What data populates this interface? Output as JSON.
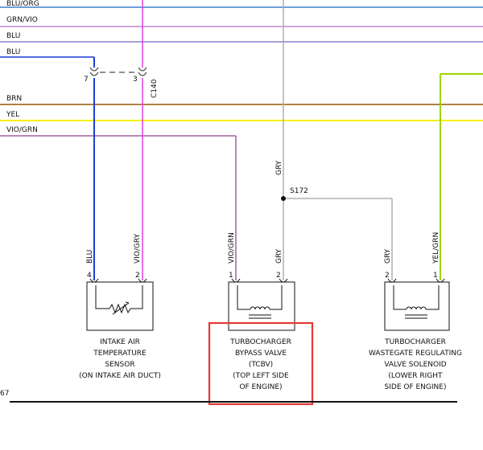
{
  "colors": {
    "blu_org": "#1565c0",
    "grn_vio": "#4caf50",
    "blu": "#1f3fd6",
    "brn": "#b08040",
    "yel": "#f5f000",
    "vio_grn": "#a040a0",
    "vio_gry": "#e040e0",
    "gry": "#b0b0b0",
    "yel_grn": "#9ad600",
    "highlight": "#e53935"
  },
  "bus_labels": {
    "blu_org": "BLU/ORG",
    "grn_vio": "GRN/VIO",
    "blu1": "BLU",
    "blu2": "BLU",
    "brn": "BRN",
    "yel": "YEL",
    "vio_grn": "VIO/GRN"
  },
  "connector": {
    "name": "C140",
    "pin_left": "7",
    "pin_right": "3"
  },
  "splice": {
    "name": "S172"
  },
  "wire_labels": {
    "gry_top": "GRY",
    "blu": "BLU",
    "vio_gry": "VIO/GRY",
    "vio_grn": "VIO/GRN",
    "gry_tcbv": "GRY",
    "gry_wg": "GRY",
    "yel_grn": "YEL/GRN"
  },
  "components": {
    "iat": {
      "pin_a": "4",
      "pin_b": "2",
      "name": [
        "INTAKE AIR",
        "TEMPERATURE",
        "SENSOR",
        "(ON INTAKE AIR DUCT)"
      ]
    },
    "tcbv": {
      "pin_a": "1",
      "pin_b": "2",
      "name": [
        "TURBOCHARGER",
        "BYPASS VALVE",
        "(TCBV)",
        "(TOP LEFT SIDE",
        "OF ENGINE)"
      ]
    },
    "wastegate": {
      "pin_a": "2",
      "pin_b": "1",
      "name": [
        "TURBOCHARGER",
        "WASTEGATE REGULATING",
        "VALVE SOLENOID",
        "(LOWER RIGHT",
        "SIDE OF ENGINE)"
      ]
    }
  },
  "page_ref": "67"
}
